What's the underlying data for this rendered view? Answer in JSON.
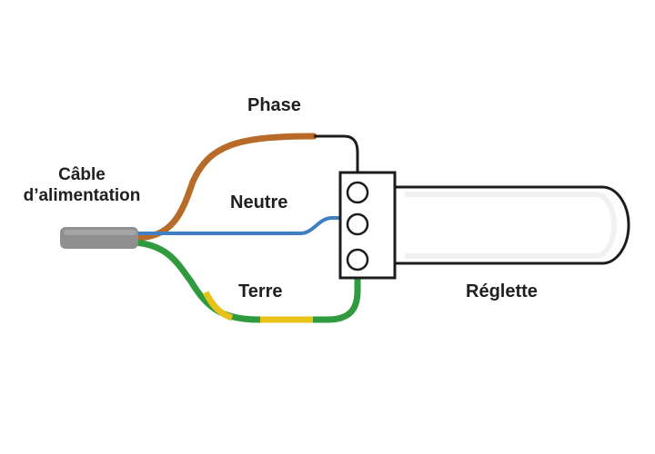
{
  "labels": {
    "phase": "Phase",
    "neutre": "Neutre",
    "terre": "Terre",
    "reglette": "Réglette",
    "cable_line1": "Câble",
    "cable_line2": "d’alimentation"
  },
  "colors": {
    "phase_wire": "#b86a28",
    "neutral_wire": "#3f7fc4",
    "earth_green": "#2f9a3e",
    "earth_yellow": "#e8c21a",
    "cable_sheath": "#8f8f8f",
    "outline": "#1c1c1c"
  }
}
